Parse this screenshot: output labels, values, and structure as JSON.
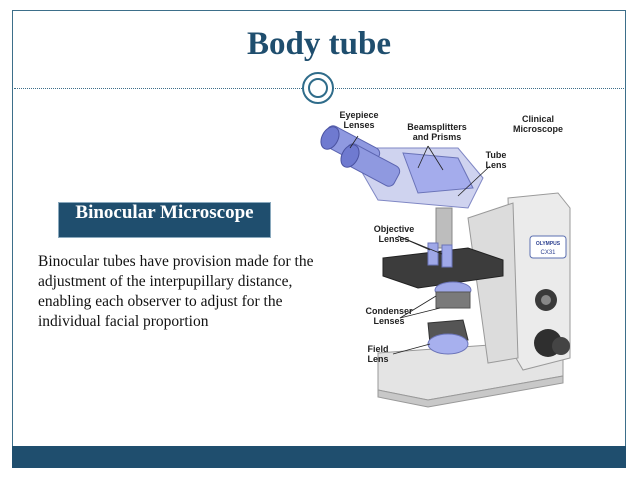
{
  "slide": {
    "title": "Body tube",
    "tag": "Binocular Microscope",
    "body": "Binocular tubes have provision made for the adjustment of the interpupillary distance, enabling each observer to adjust for the individual facial proportion"
  },
  "figure": {
    "labels": {
      "eyepiece": "Eyepiece Lenses",
      "beamsplitters": "Beamsplitters and Prisms",
      "clinical": "Clinical Microscope",
      "tube_lens": "Tube Lens",
      "objective": "Objective Lenses",
      "condenser": "Condenser Lenses",
      "field": "Field Lens"
    },
    "brand": "OLYMPUS",
    "model": "CX31"
  },
  "colors": {
    "title": "#1f4e6e",
    "accent": "#1f4e6e",
    "frame": "#3d6f8a",
    "lens_blue": "#8f9ee8"
  }
}
